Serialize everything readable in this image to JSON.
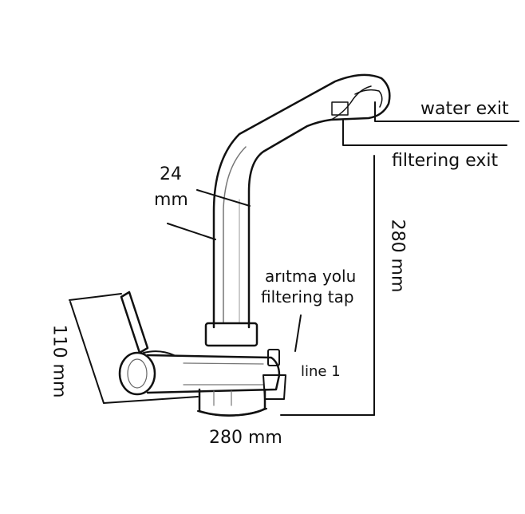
{
  "labels": {
    "water_exit": "water exit",
    "filtering_exit": "filtering exit",
    "pipe_size_value": "24",
    "pipe_size_unit": "mm",
    "height_dimension": "280 mm",
    "tap_label_tr": "arıtma yolu",
    "tap_label_en": "filtering tap",
    "handle_height": "110 mm",
    "line_label": "line 1",
    "width_dimension": "280 mm"
  },
  "colors": {
    "ink": "#111111",
    "chrome_shadow": "#555555",
    "background": "#ffffff"
  }
}
